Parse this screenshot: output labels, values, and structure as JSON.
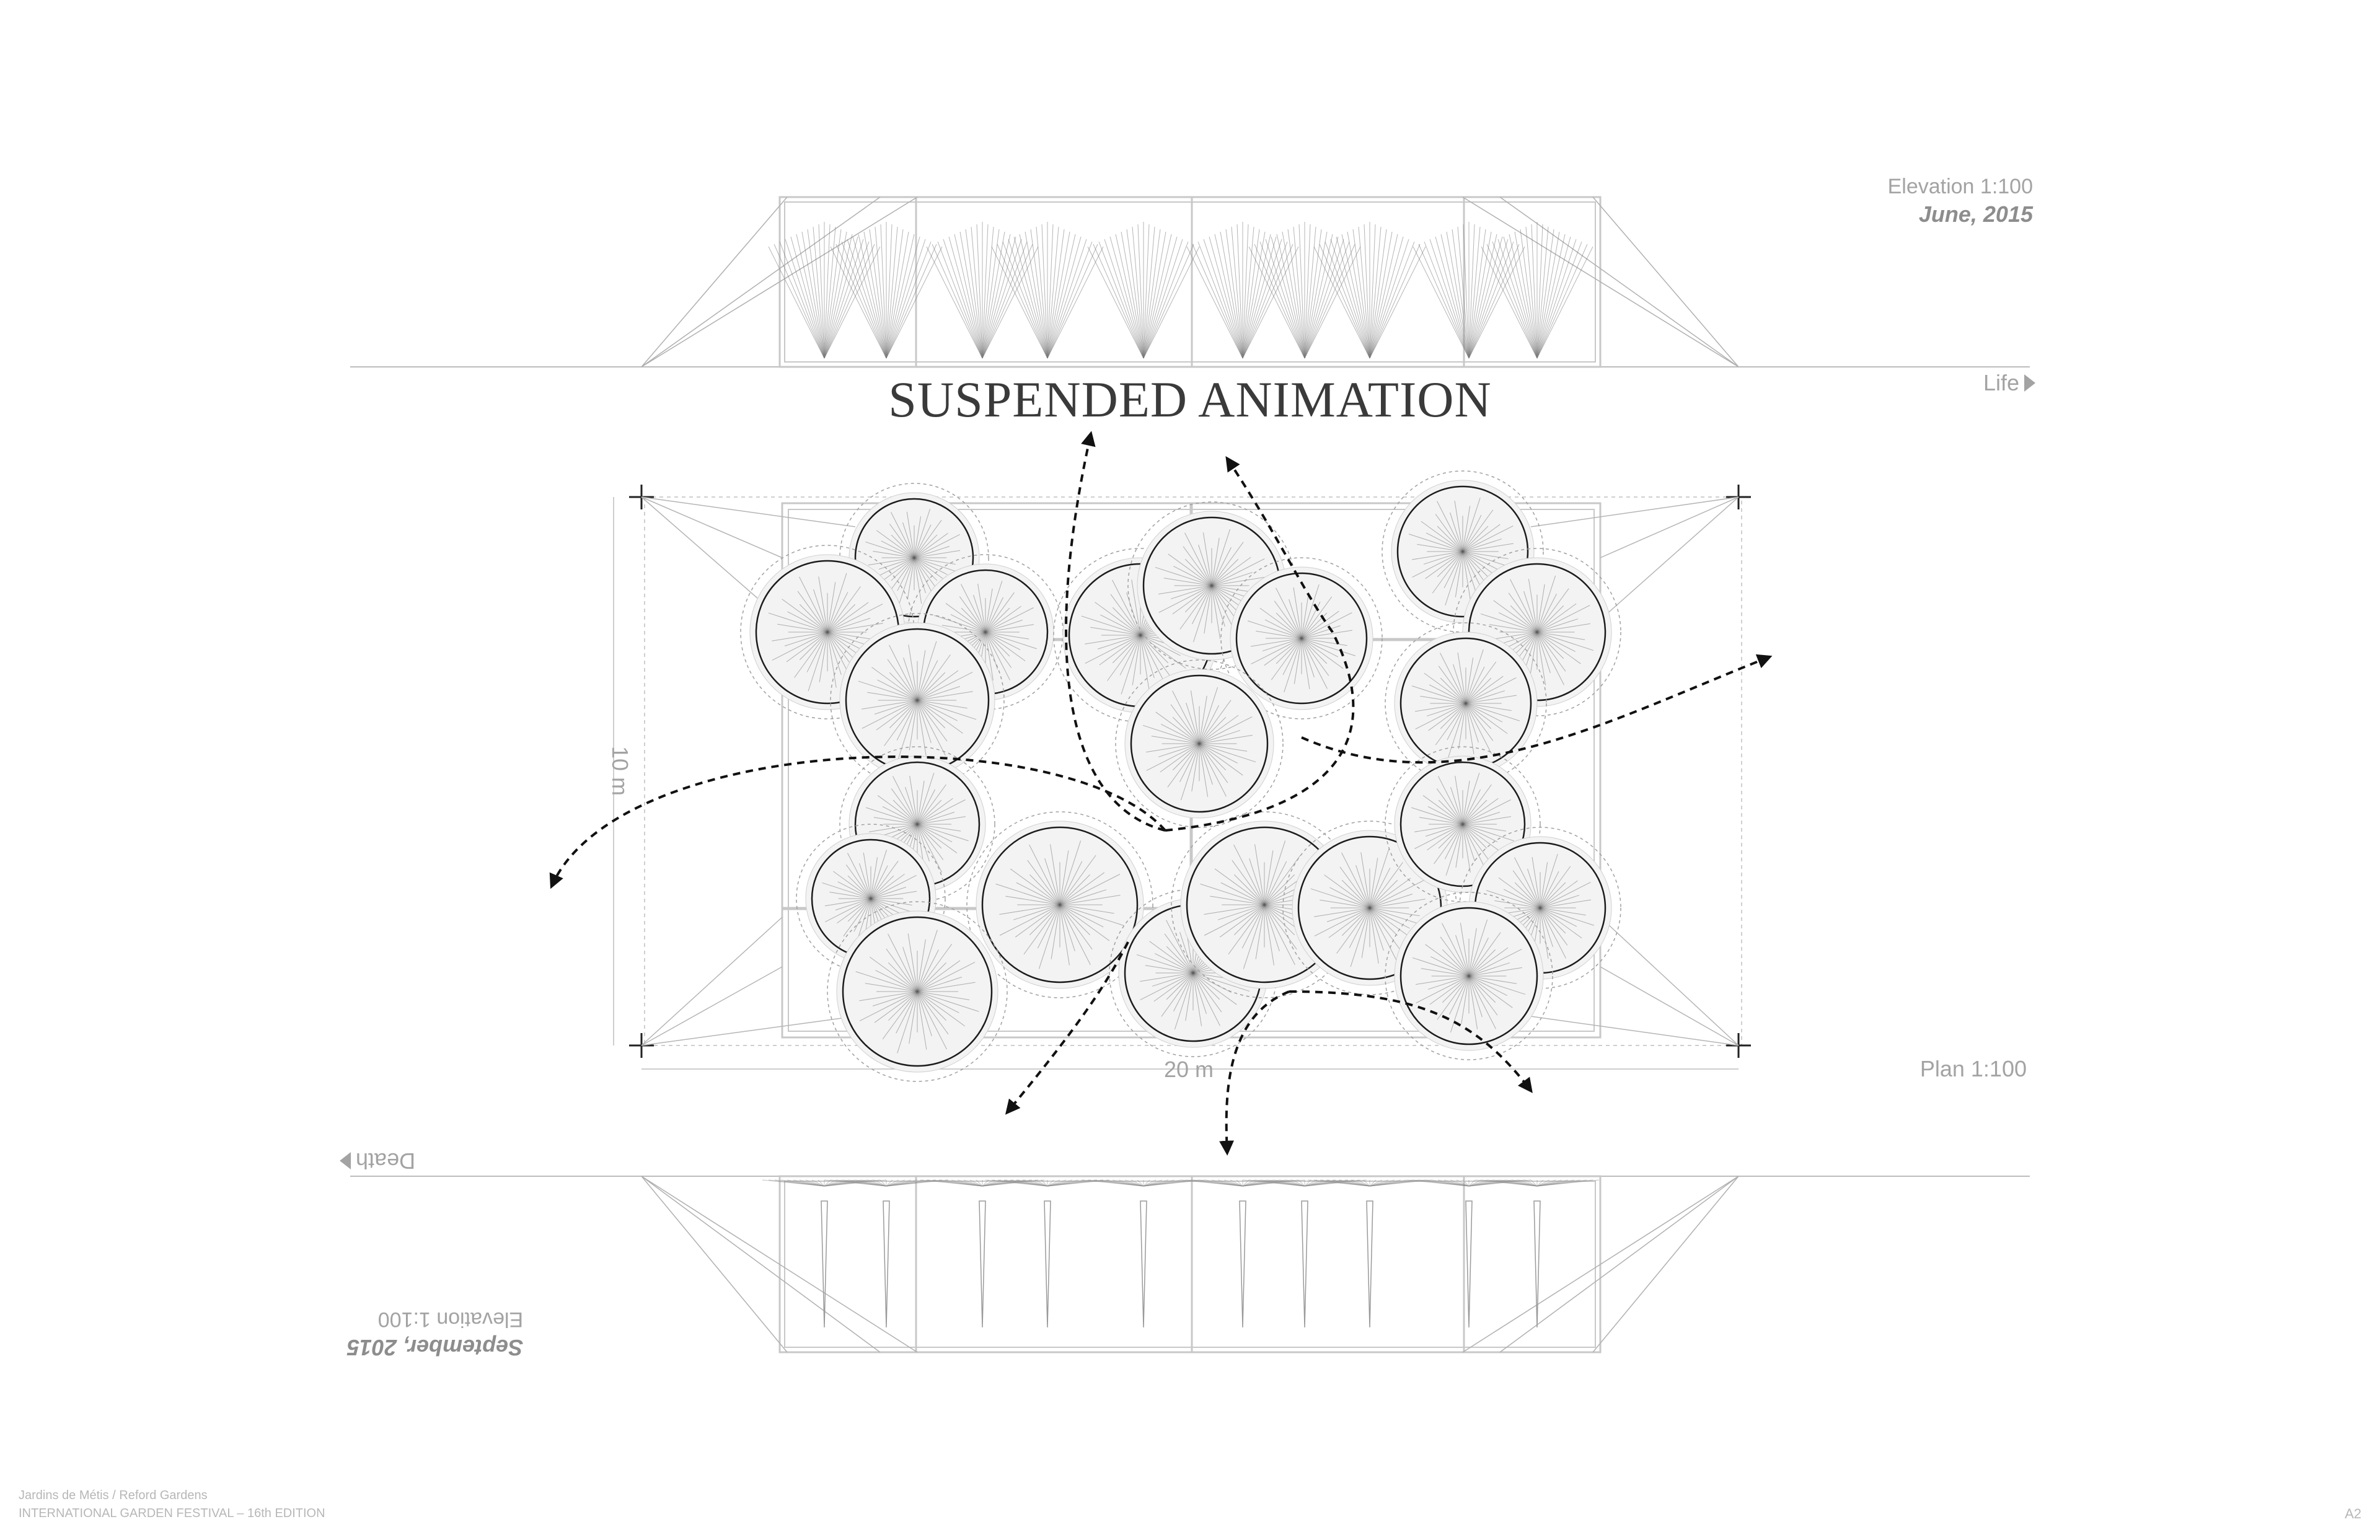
{
  "title": "SUSPENDED ANIMATION",
  "elevation_top": {
    "scale": "Elevation 1:100",
    "date": "June, 2015"
  },
  "elevation_bottom": {
    "scale": "Elevation 1:100",
    "date": "September, 2015"
  },
  "plan": {
    "scale": "Plan 1:100",
    "width_label": "20 m",
    "depth_label": "10 m"
  },
  "axis": {
    "life_label": "Life",
    "death_label": "Death"
  },
  "footer": {
    "organization": "Jardins de Métis / Reford Gardens",
    "festival": "INTERNATIONAL GARDEN FESTIVAL – 16th EDITION",
    "page": "A2"
  },
  "colors": {
    "ink": "#3a3a3a",
    "line": "#9a9a9a",
    "light": "#c8c8c8"
  }
}
